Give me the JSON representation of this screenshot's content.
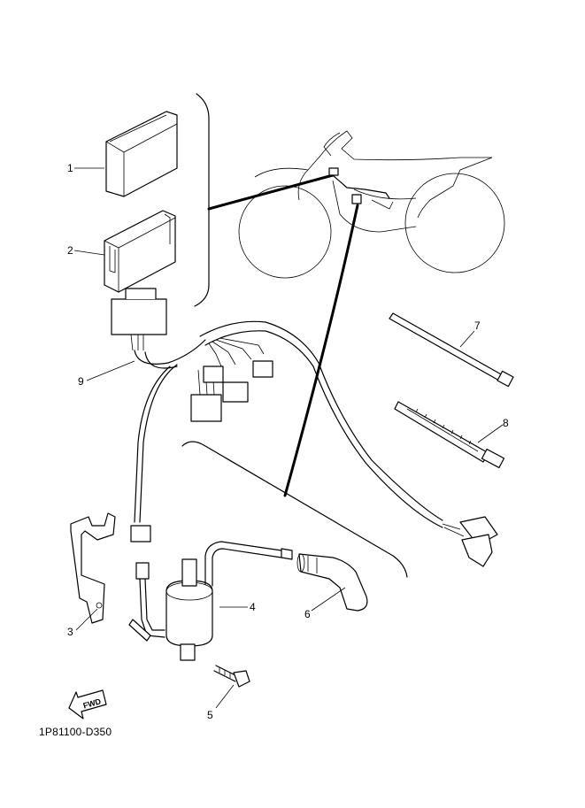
{
  "diagram": {
    "code": "1P81100-D350",
    "fwd_label": "FWD",
    "parts": [
      {
        "number": "1",
        "name": "ecu-box"
      },
      {
        "number": "2",
        "name": "relay-module"
      },
      {
        "number": "3",
        "name": "mounting-bracket"
      },
      {
        "number": "4",
        "name": "ignition-coil"
      },
      {
        "number": "5",
        "name": "bolt"
      },
      {
        "number": "6",
        "name": "spark-plug-cap"
      },
      {
        "number": "7",
        "name": "cable-tie"
      },
      {
        "number": "8",
        "name": "cable-tie-band"
      },
      {
        "number": "9",
        "name": "wire-harness"
      }
    ]
  }
}
